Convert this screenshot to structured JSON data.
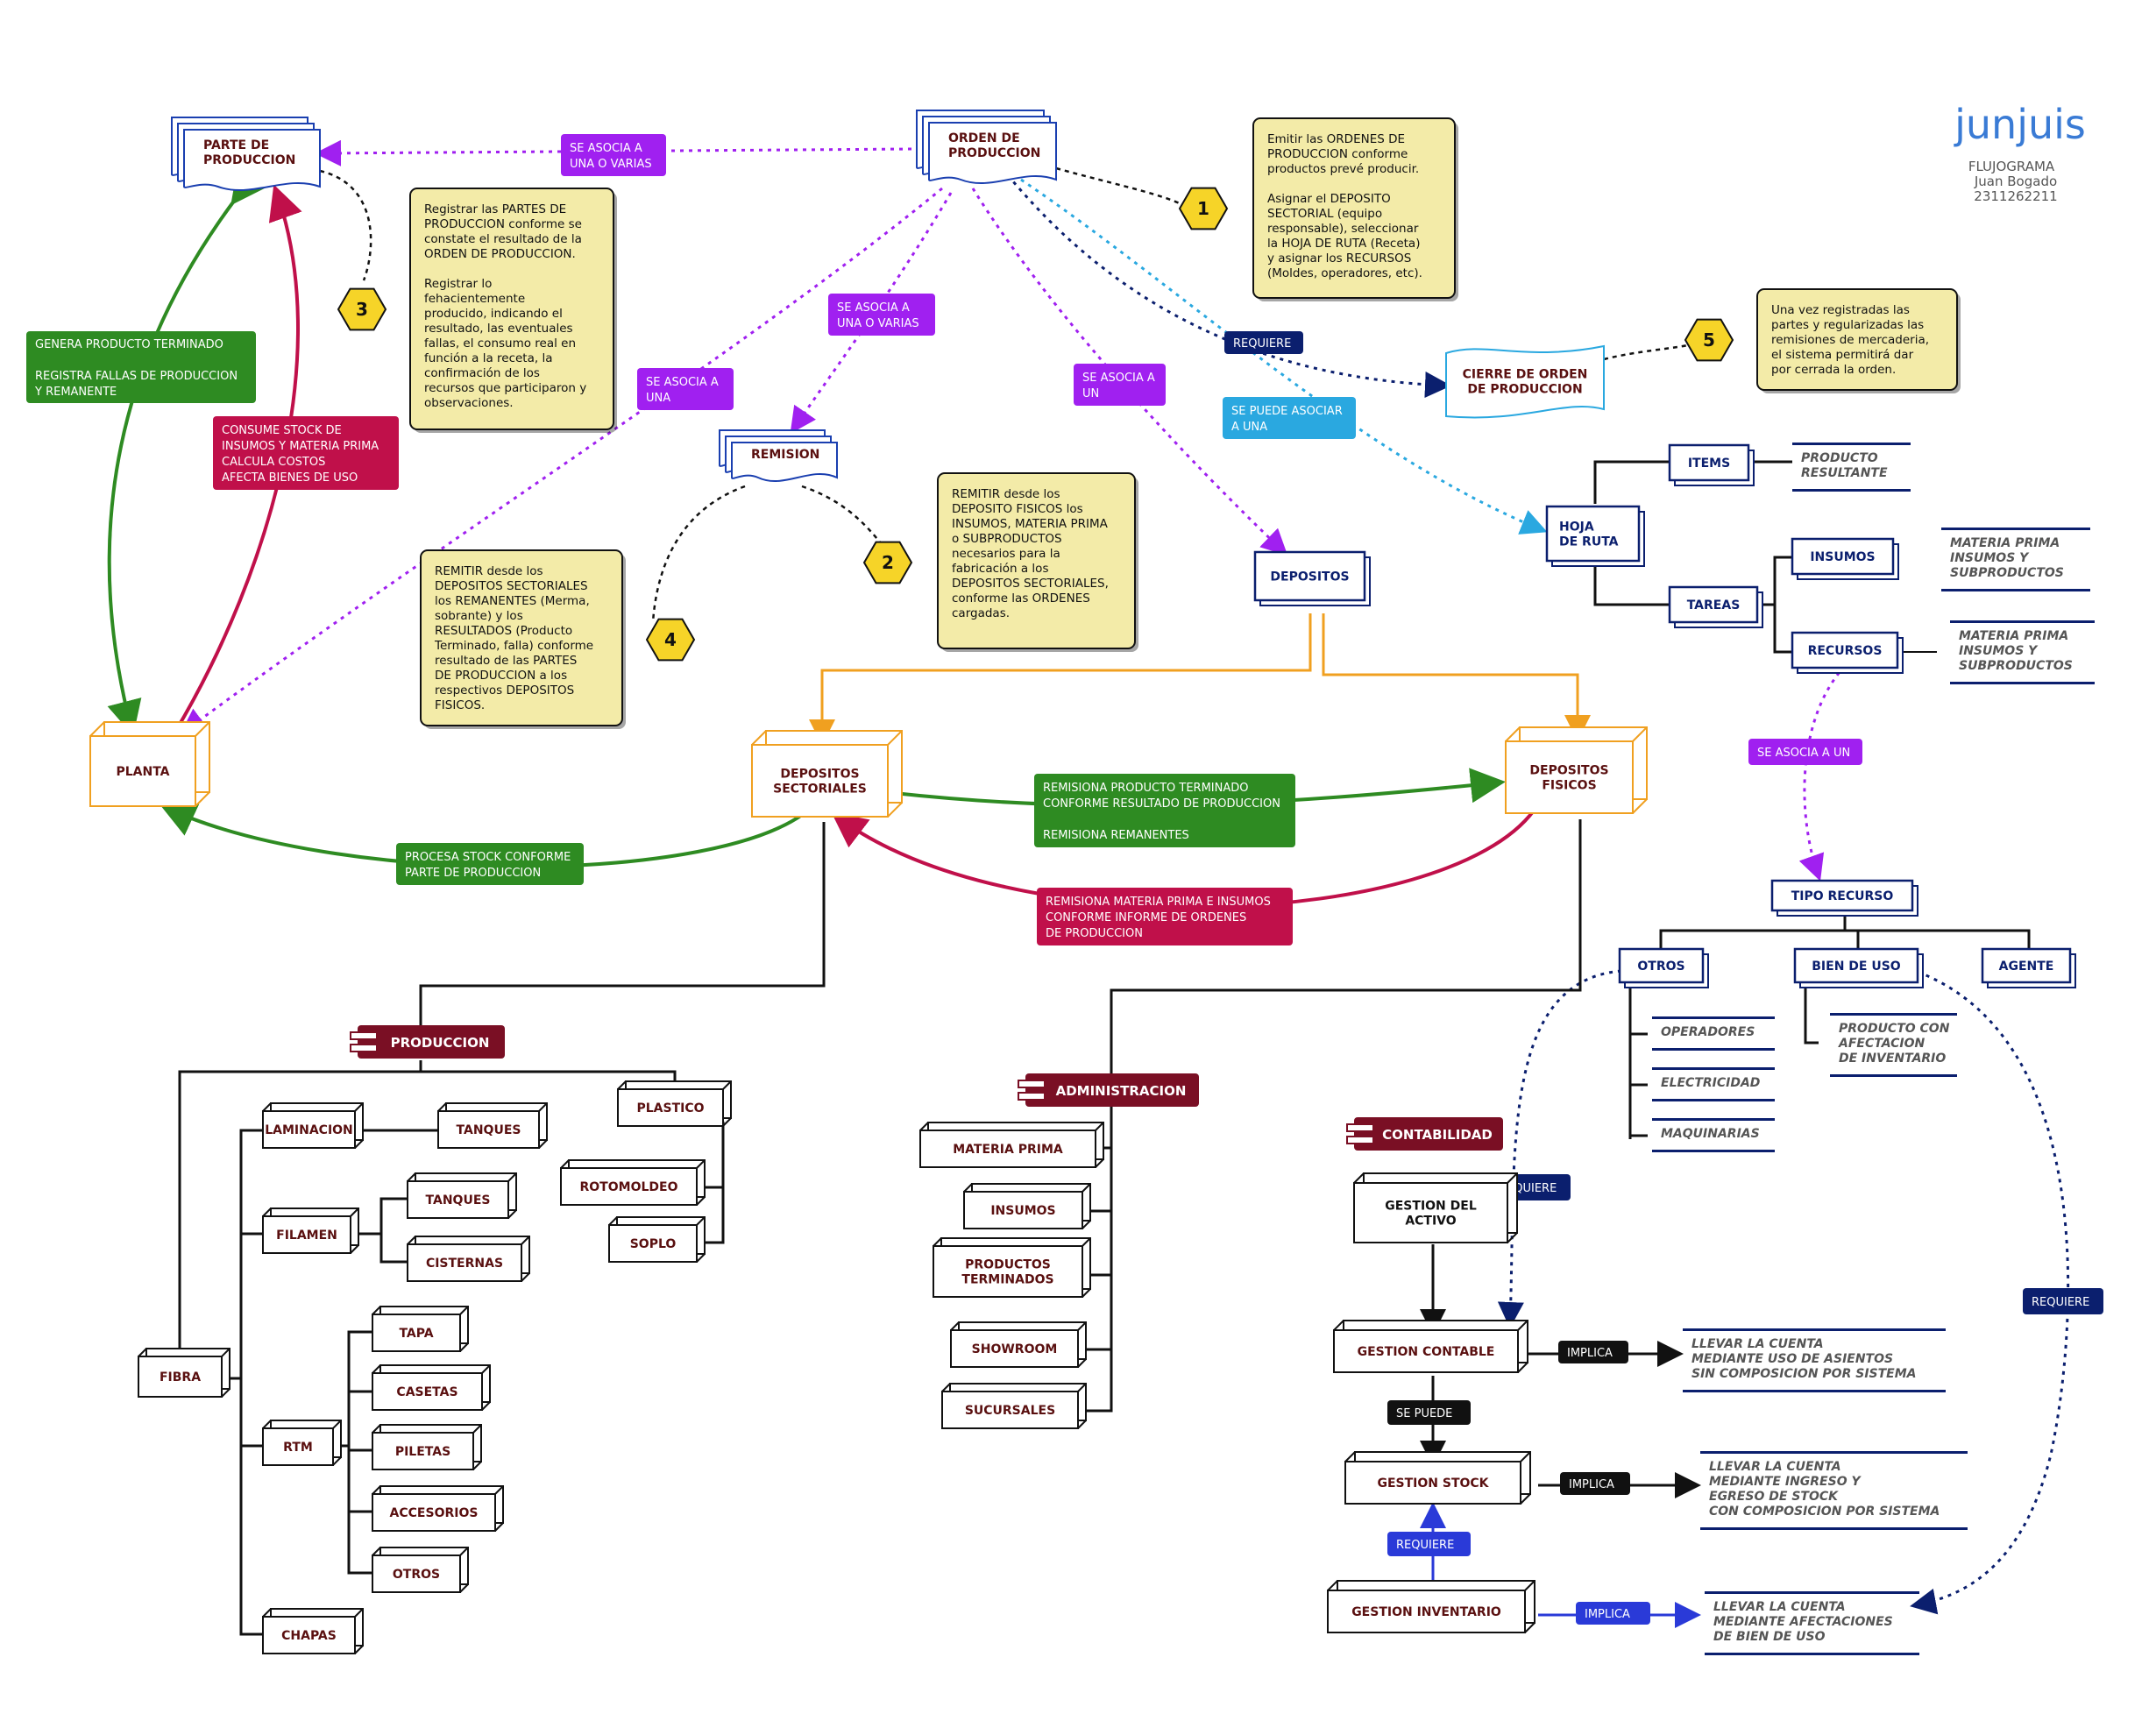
{
  "brand": {
    "logo": "junjuis",
    "doc_title": "FLUJOGRAMA",
    "author": "Juan Bogado",
    "id": "2311262211"
  },
  "colors": {
    "navy": "#0b1f6e",
    "purple": "#a020f0",
    "green": "#2e8b22",
    "crimson": "#c0104a",
    "orange": "#f0a020",
    "sky": "#2aa8e0",
    "note_bg": "#f3eba8",
    "dark_red": "#7a0f24",
    "blue": "#2a3ad8",
    "box_text": "#5a1010"
  },
  "docs": {
    "parte": [
      "PARTE DE",
      "PRODUCCION"
    ],
    "orden": [
      "ORDEN DE",
      "PRODUCCION"
    ],
    "remision": [
      "REMISION"
    ],
    "cierre": [
      "CIERRE DE ORDEN",
      "DE PRODUCCION"
    ]
  },
  "pills": {
    "asocia_una_o_varias_top": [
      "SE ASOCIA A",
      "UNA O VARIAS"
    ],
    "asocia_una_o_varias_mid": [
      "SE ASOCIA A",
      "UNA O VARIAS"
    ],
    "asocia_una": [
      "SE ASOCIA A",
      "UNA"
    ],
    "asocia_un": [
      "SE ASOCIA A",
      "UN"
    ],
    "requiere_top": [
      "REQUIERE"
    ],
    "puede_asociar": [
      "SE PUEDE ASOCIAR",
      "A UNA"
    ],
    "asocia_un_recurso": [
      "SE ASOCIA A UN"
    ],
    "genera": [
      "GENERA PRODUCTO TERMINADO",
      "",
      "REGISTRA FALLAS DE PRODUCCION",
      "Y REMANENTE"
    ],
    "consume": [
      "CONSUME STOCK DE",
      "INSUMOS Y MATERIA PRIMA",
      "CALCULA COSTOS",
      "AFECTA BIENES DE USO"
    ],
    "remisiona_prod": [
      "REMISIONA PRODUCTO TERMINADO",
      "CONFORME RESULTADO DE PRODUCCION",
      "",
      "REMISIONA REMANENTES"
    ],
    "procesa": [
      "PROCESA STOCK CONFORME",
      "PARTE DE PRODUCCION"
    ],
    "remisiona_mp": [
      "REMISIONA MATERIA PRIMA E INSUMOS",
      "CONFORME INFORME DE ORDENES",
      "DE PRODUCCION"
    ],
    "requiere_activo": [
      "REQUIERE"
    ],
    "requiere_right": [
      "REQUIERE"
    ],
    "se_puede": [
      "SE PUEDE"
    ],
    "requiere_inv": [
      "REQUIERE"
    ],
    "implica1": [
      "IMPLICA"
    ],
    "implica2": [
      "IMPLICA"
    ],
    "implica3": [
      "IMPLICA"
    ]
  },
  "notes": {
    "n1": [
      "Emitir las ORDENES DE",
      "PRODUCCION conforme",
      "productos prevé producir.",
      "",
      "Asignar el DEPOSITO",
      "SECTORIAL (equipo",
      "responsable), seleccionar",
      "la HOJA DE RUTA (Receta)",
      "y asignar los RECURSOS",
      "(Moldes, operadores, etc)."
    ],
    "n3": [
      "Registrar las PARTES DE",
      "PRODUCCION conforme se",
      "constate el resultado de la",
      "ORDEN DE PRODUCCION.",
      "",
      "Registrar lo",
      "fehacientemente",
      "producido, indicando el",
      "resultado, las eventuales",
      "fallas, el consumo real en",
      "función a la receta, la",
      "confirmación de los",
      "recursos que participaron y",
      "observaciones."
    ],
    "n5": [
      "Una vez registradas las",
      "partes y regularizadas las",
      "remisiones de mercaderia,",
      "el sistema permitirá dar",
      "por cerrada la orden."
    ],
    "n2": [
      "REMITIR desde los",
      "DEPOSITO FISICOS los",
      "INSUMOS, MATERIA PRIMA",
      "o SUBPRODUCTOS",
      "necesarios para la",
      "fabricación a los",
      "DEPOSITOS SECTORIALES,",
      "conforme las ORDENES",
      "cargadas."
    ],
    "n4": [
      "REMITIR desde los",
      "DEPOSITOS SECTORIALES",
      "los  REMANENTES (Merma,",
      "sobrante) y los",
      "RESULTADOS (Producto",
      "Terminado, falla) conforme",
      "resultado de las PARTES",
      "DE PRODUCCION a los",
      "respectivos DEPOSITOS",
      "FISICOS."
    ]
  },
  "hexes": {
    "h1": "1",
    "h2": "2",
    "h3": "3",
    "h4": "4",
    "h5": "5"
  },
  "nodes": {
    "planta": [
      "PLANTA"
    ],
    "dep_sect": [
      "DEPOSITOS",
      "SECTORIALES"
    ],
    "dep_fis": [
      "DEPOSITOS",
      "FISICOS"
    ],
    "depositos": [
      "DEPOSITOS"
    ],
    "hoja_ruta": [
      "HOJA",
      "DE RUTA"
    ],
    "items": [
      "ITEMS"
    ],
    "tareas": [
      "TAREAS"
    ],
    "insumos": [
      "INSUMOS"
    ],
    "recursos": [
      "RECURSOS"
    ],
    "tipo_recurso": [
      "TIPO RECURSO"
    ],
    "otros_r": [
      "OTROS"
    ],
    "bien_uso": [
      "BIEN DE USO"
    ],
    "agente": [
      "AGENTE"
    ]
  },
  "italic_lists": {
    "producto_resultante": [
      "PRODUCTO",
      "RESULTANTE"
    ],
    "mp_insumos": [
      "MATERIA PRIMA",
      "INSUMOS Y",
      "SUBPRODUCTOS"
    ],
    "mp_recursos": [
      "MATERIA PRIMA",
      "INSUMOS Y",
      "SUBPRODUCTOS"
    ],
    "otros_list": [
      "OPERADORES",
      "ELECTRICIDAD",
      "MAQUINARIAS"
    ],
    "bien_uso_list": [
      "PRODUCTO CON",
      "AFECTACION",
      "DE INVENTARIO"
    ],
    "llevar1": [
      "LLEVAR LA CUENTA",
      "MEDIANTE USO DE ASIENTOS",
      "SIN COMPOSICION POR SISTEMA"
    ],
    "llevar2": [
      "LLEVAR LA CUENTA",
      "MEDIANTE INGRESO Y",
      "EGRESO DE STOCK",
      "CON COMPOSICION POR SISTEMA"
    ],
    "llevar3": [
      "LLEVAR LA CUENTA",
      "MEDIANTE AFECTACIONES",
      "DE BIEN DE USO"
    ]
  },
  "modules": {
    "produccion": "PRODUCCION",
    "administracion": "ADMINISTRACION",
    "contabilidad": "CONTABILIDAD"
  },
  "produccion_boxes": {
    "laminacion": [
      "LAMINACION"
    ],
    "tanques1": [
      "TANQUES"
    ],
    "plastico": [
      "PLASTICO"
    ],
    "rotomoldeo": [
      "ROTOMOLDEO"
    ],
    "soplo": [
      "SOPLO"
    ],
    "filamen": [
      "FILAMEN"
    ],
    "tanques2": [
      "TANQUES"
    ],
    "cisternas": [
      "CISTERNAS"
    ],
    "fibra": [
      "FIBRA"
    ],
    "tapa": [
      "TAPA"
    ],
    "casetas": [
      "CASETAS"
    ],
    "rtm": [
      "RTM"
    ],
    "piletas": [
      "PILETAS"
    ],
    "accesorios": [
      "ACCESORIOS"
    ],
    "otros_p": [
      "OTROS"
    ],
    "chapas": [
      "CHAPAS"
    ]
  },
  "admin_boxes": {
    "materia_prima": [
      "MATERIA PRIMA"
    ],
    "insumos_a": [
      "INSUMOS"
    ],
    "productos_term": [
      "PRODUCTOS",
      "TERMINADOS"
    ],
    "showroom": [
      "SHOWROOM"
    ],
    "sucursales": [
      "SUCURSALES"
    ]
  },
  "cont_boxes": {
    "gestion_activo": [
      "GESTION DEL",
      "ACTIVO"
    ],
    "gestion_contable": [
      "GESTION CONTABLE"
    ],
    "gestion_stock": [
      "GESTION STOCK"
    ],
    "gestion_inventario": [
      "GESTION INVENTARIO"
    ]
  }
}
